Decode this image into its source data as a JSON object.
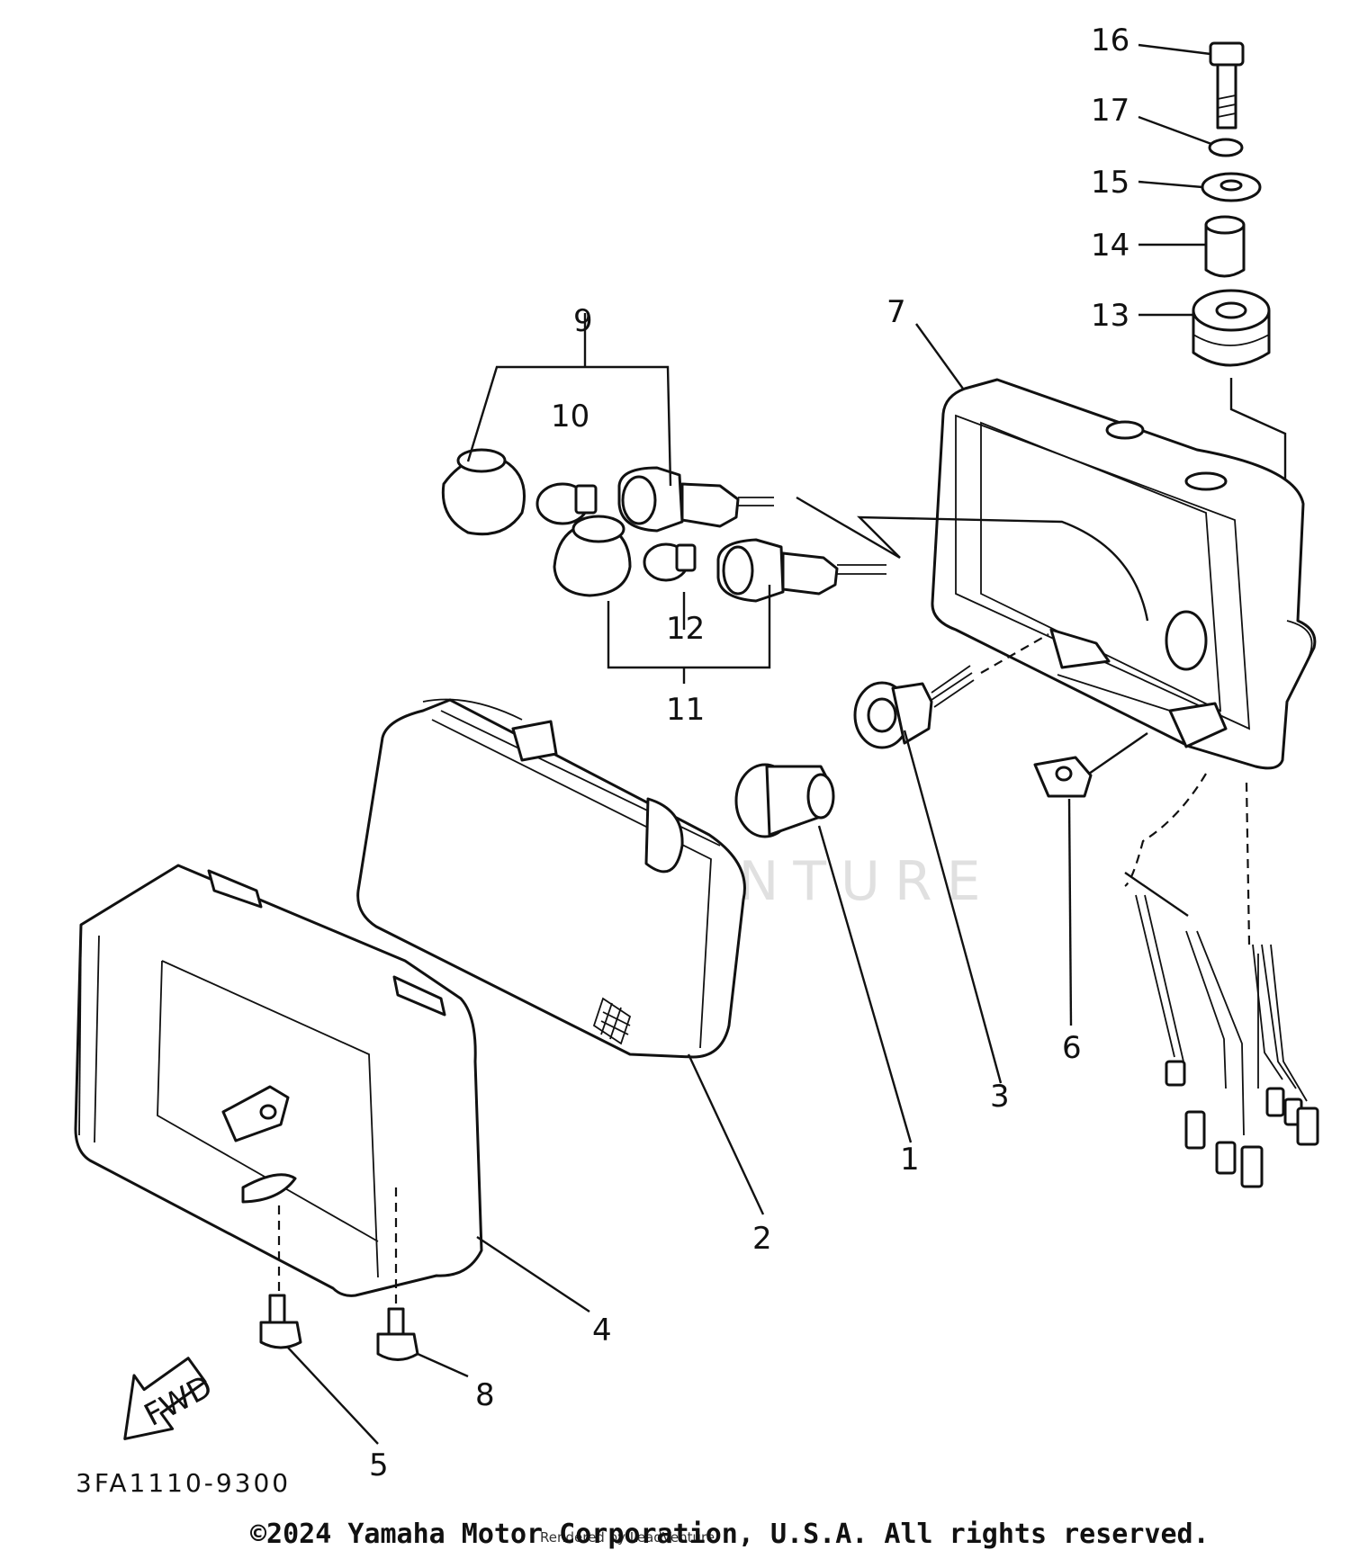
{
  "diagram": {
    "callouts": [
      "16",
      "17",
      "15",
      "14",
      "13",
      "7",
      "9",
      "10",
      "12",
      "11",
      "1",
      "3",
      "6",
      "2",
      "4",
      "5",
      "8"
    ],
    "fwd_label": "FWD",
    "drawing_code": "3FA1110-9300",
    "watermark": "LEADVENTURE"
  },
  "footer": {
    "copyright": "©2024 Yamaha Motor Corporation, U.S.A. All rights reserved.",
    "rendered": "Rendered by LeadVenture"
  }
}
